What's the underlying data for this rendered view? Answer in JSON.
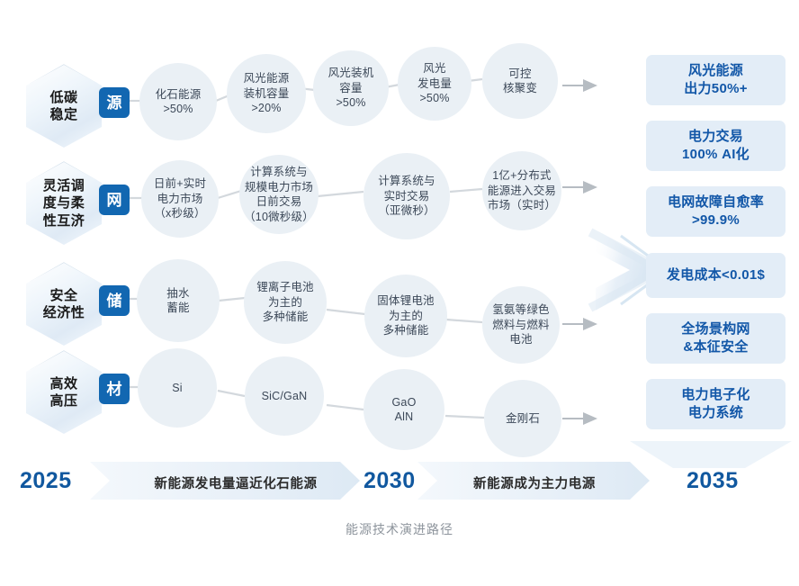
{
  "diagram": {
    "caption": "能源技术演进路径",
    "colors": {
      "accent": "#1267b1",
      "chip_bg": "#e3edf7",
      "chip_text": "#1257a8",
      "circle_bg": "#eaf0f5",
      "circle_text": "#3c4858",
      "year_text": "#11589f"
    },
    "rows": [
      {
        "pillar": "低碳\n稳定",
        "pillar_line1": "低碳",
        "pillar_line2": "稳定",
        "badge": "源",
        "nodes": [
          "化石能源\n>50%",
          "风光能源\n装机容量\n>20%",
          "风光装机\n容量\n>50%",
          "风光\n发电量\n>50%",
          "可控\n核聚变"
        ]
      },
      {
        "pillar": "灵活调\n度与柔\n性互济",
        "pillar_line1": "灵活调",
        "pillar_line2": "度与柔",
        "pillar_line3": "性互济",
        "badge": "网",
        "nodes": [
          "日前+实时\n电力市场\n（x秒级）",
          "计算系统与\n规模电力市场\n日前交易\n（10微秒级）",
          "计算系统与\n实时交易\n（亚微秒）",
          "1亿+分布式\n能源进入交易\n市场（实时）"
        ]
      },
      {
        "pillar": "安全\n经济性",
        "pillar_line1": "安全",
        "pillar_line2": "经济性",
        "badge": "储",
        "nodes": [
          "抽水\n蓄能",
          "锂离子电池\n为主的\n多种储能",
          "固体锂电池\n为主的\n多种储能",
          "氢氨等绿色\n燃料与燃料\n电池"
        ]
      },
      {
        "pillar": "高效\n高压",
        "pillar_line1": "高效",
        "pillar_line2": "高压",
        "badge": "材",
        "nodes": [
          "Si",
          "SiC/GaN",
          "GaO\nAlN",
          "金刚石"
        ]
      }
    ],
    "results": [
      "风光能源\n出力50%+",
      "电力交易\n100% AI化",
      "电网故障自愈率\n>99.9%",
      "发电成本<0.01$",
      "全场景构网\n&本征安全",
      "电力电子化\n电力系统"
    ],
    "timeline": {
      "years": [
        "2025",
        "2030",
        "2035"
      ],
      "milestones": [
        "新能源发电量逼近化石能源",
        "新能源成为主力电源"
      ]
    }
  }
}
